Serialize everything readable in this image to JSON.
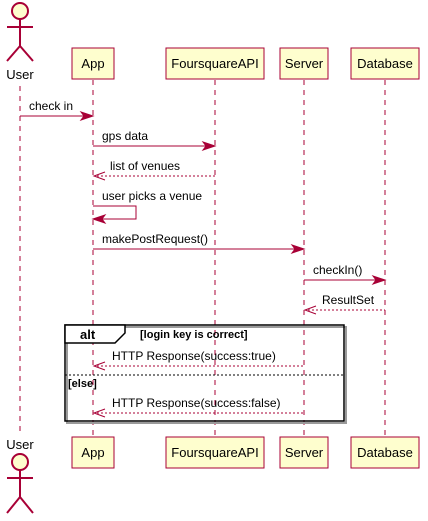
{
  "participants": {
    "user": "User",
    "app": "App",
    "foursquare": "FoursquareAPI",
    "server": "Server",
    "database": "Database"
  },
  "messages": {
    "check_in": "check in",
    "gps_data": "gps data",
    "list_of_venues": "list of venues",
    "user_picks_venue": "user picks a venue",
    "make_post_request": "makePostRequest()",
    "check_in_call": "checkIn()",
    "result_set": "ResultSet",
    "http_true": "HTTP Response(success:true)",
    "http_false": "HTTP Response(success:false)"
  },
  "alt": {
    "keyword": "alt",
    "guard": "[login key is correct]",
    "else": "[else]"
  },
  "colors": {
    "participant_fill": "#FEFECE",
    "line": "#A80036",
    "frame": "#000000"
  }
}
